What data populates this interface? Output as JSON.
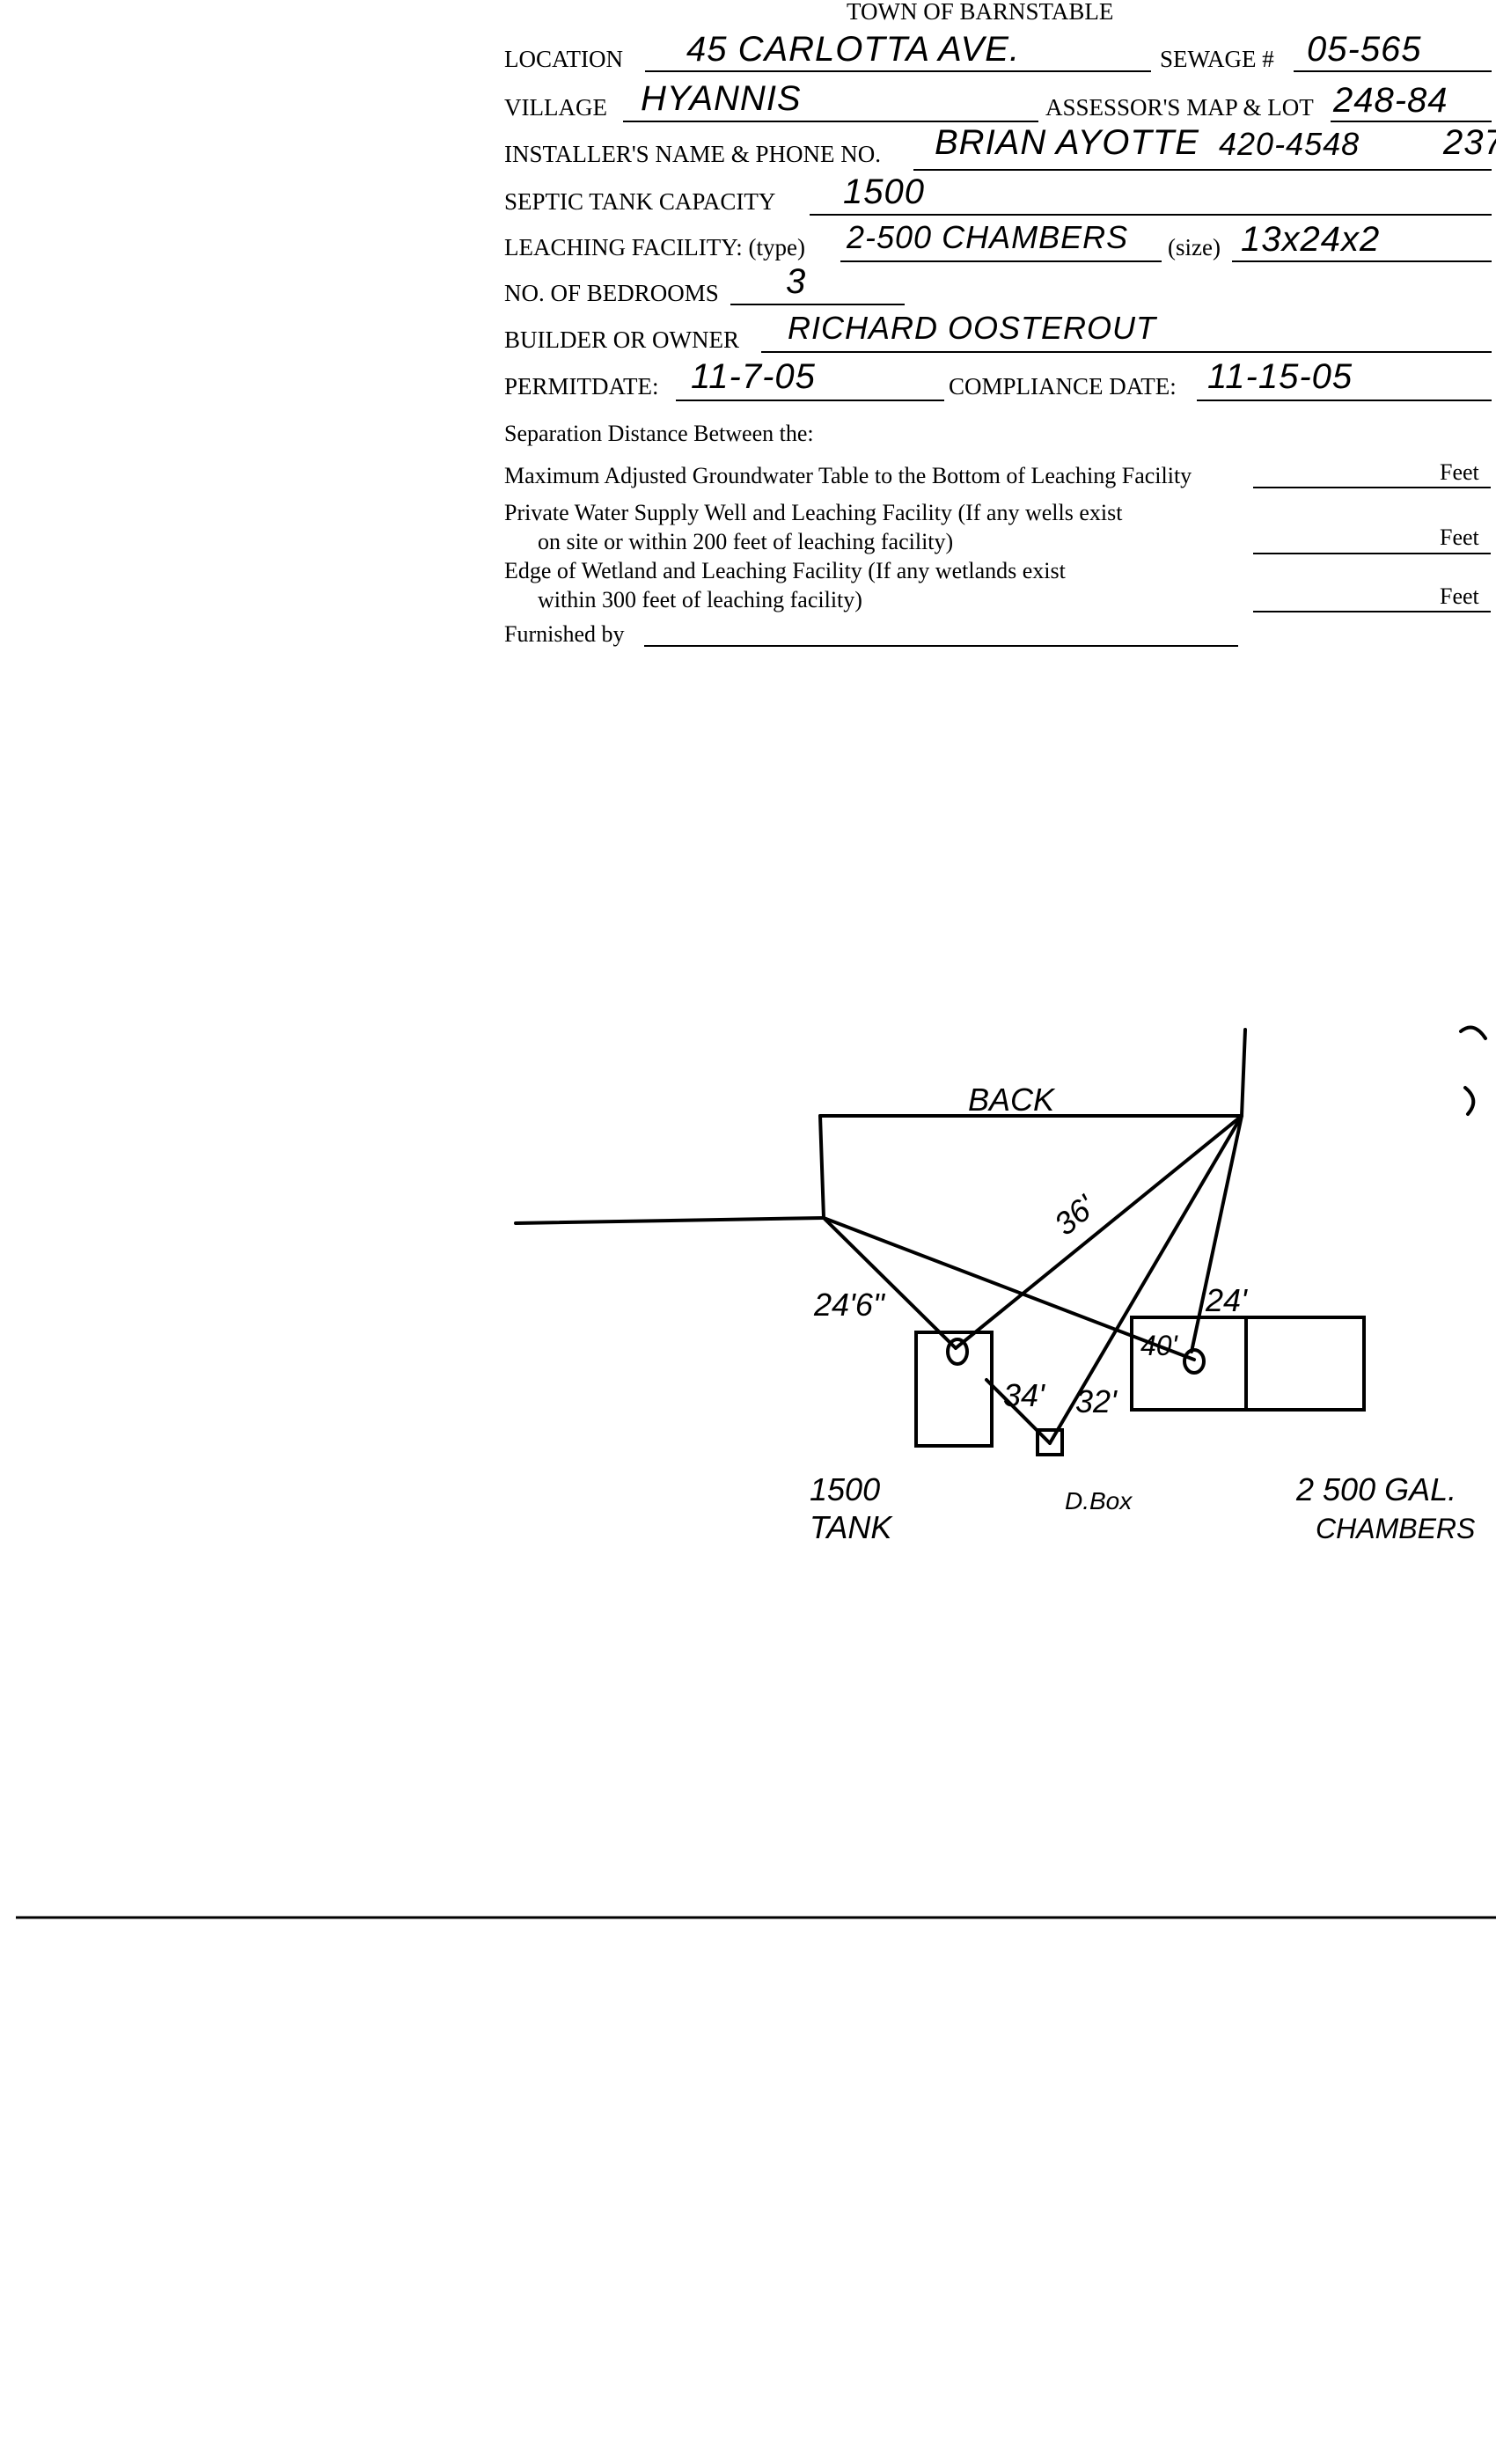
{
  "form": {
    "title": "TOWN OF BARNSTABLE",
    "location": {
      "label": "LOCATION",
      "value": "45 CARLOTTA AVE."
    },
    "sewage": {
      "label": "SEWAGE #",
      "value": "05-565"
    },
    "village": {
      "label": "VILLAGE",
      "value": "HYANNIS"
    },
    "assessor": {
      "label": "ASSESSOR'S MAP & LOT",
      "value": "248-84"
    },
    "installer": {
      "label": "INSTALLER'S NAME & PHONE NO.",
      "name": "BRIAN AYOTTE",
      "phone": "420-4548",
      "extra": "237"
    },
    "septic": {
      "label": "SEPTIC TANK CAPACITY",
      "value": "1500"
    },
    "leaching": {
      "label": "LEACHING FACILITY: (type)",
      "value": "2-500 CHAMBERS",
      "size_label": "(size)",
      "size_value": "13x24x2"
    },
    "bedrooms": {
      "label": "NO. OF BEDROOMS",
      "value": "3"
    },
    "builder": {
      "label": "BUILDER OR OWNER",
      "value": "RICHARD OOSTEROUT"
    },
    "permit": {
      "label": "PERMITDATE:",
      "value": "11-7-05"
    },
    "compliance": {
      "label": "COMPLIANCE DATE:",
      "value": "11-15-05"
    },
    "separation": {
      "heading": "Separation Distance Between the:",
      "rows": [
        {
          "line1": "Maximum Adjusted Groundwater Table to the Bottom of Leaching Facility",
          "line2": "",
          "unit": "Feet"
        },
        {
          "line1": "Private Water Supply Well and Leaching Facility  (If any wells exist",
          "line2": "on site or within 200 feet of leaching facility)",
          "unit": "Feet"
        },
        {
          "line1": "Edge of Wetland and Leaching Facility (If any wetlands exist",
          "line2": "within 300 feet of leaching facility)",
          "unit": "Feet"
        }
      ]
    },
    "furnished": {
      "label": "Furnished by"
    }
  },
  "sketch": {
    "back": "BACK",
    "d36": "36'",
    "d246": "24'6\"",
    "d24": "24'",
    "d40": "40'",
    "d34": "34'",
    "d32": "32'",
    "tank_line1": "1500",
    "tank_line2": "TANK",
    "dbox": "D.Box",
    "chambers_line1": "2 500 GAL.",
    "chambers_line2": "CHAMBERS"
  }
}
